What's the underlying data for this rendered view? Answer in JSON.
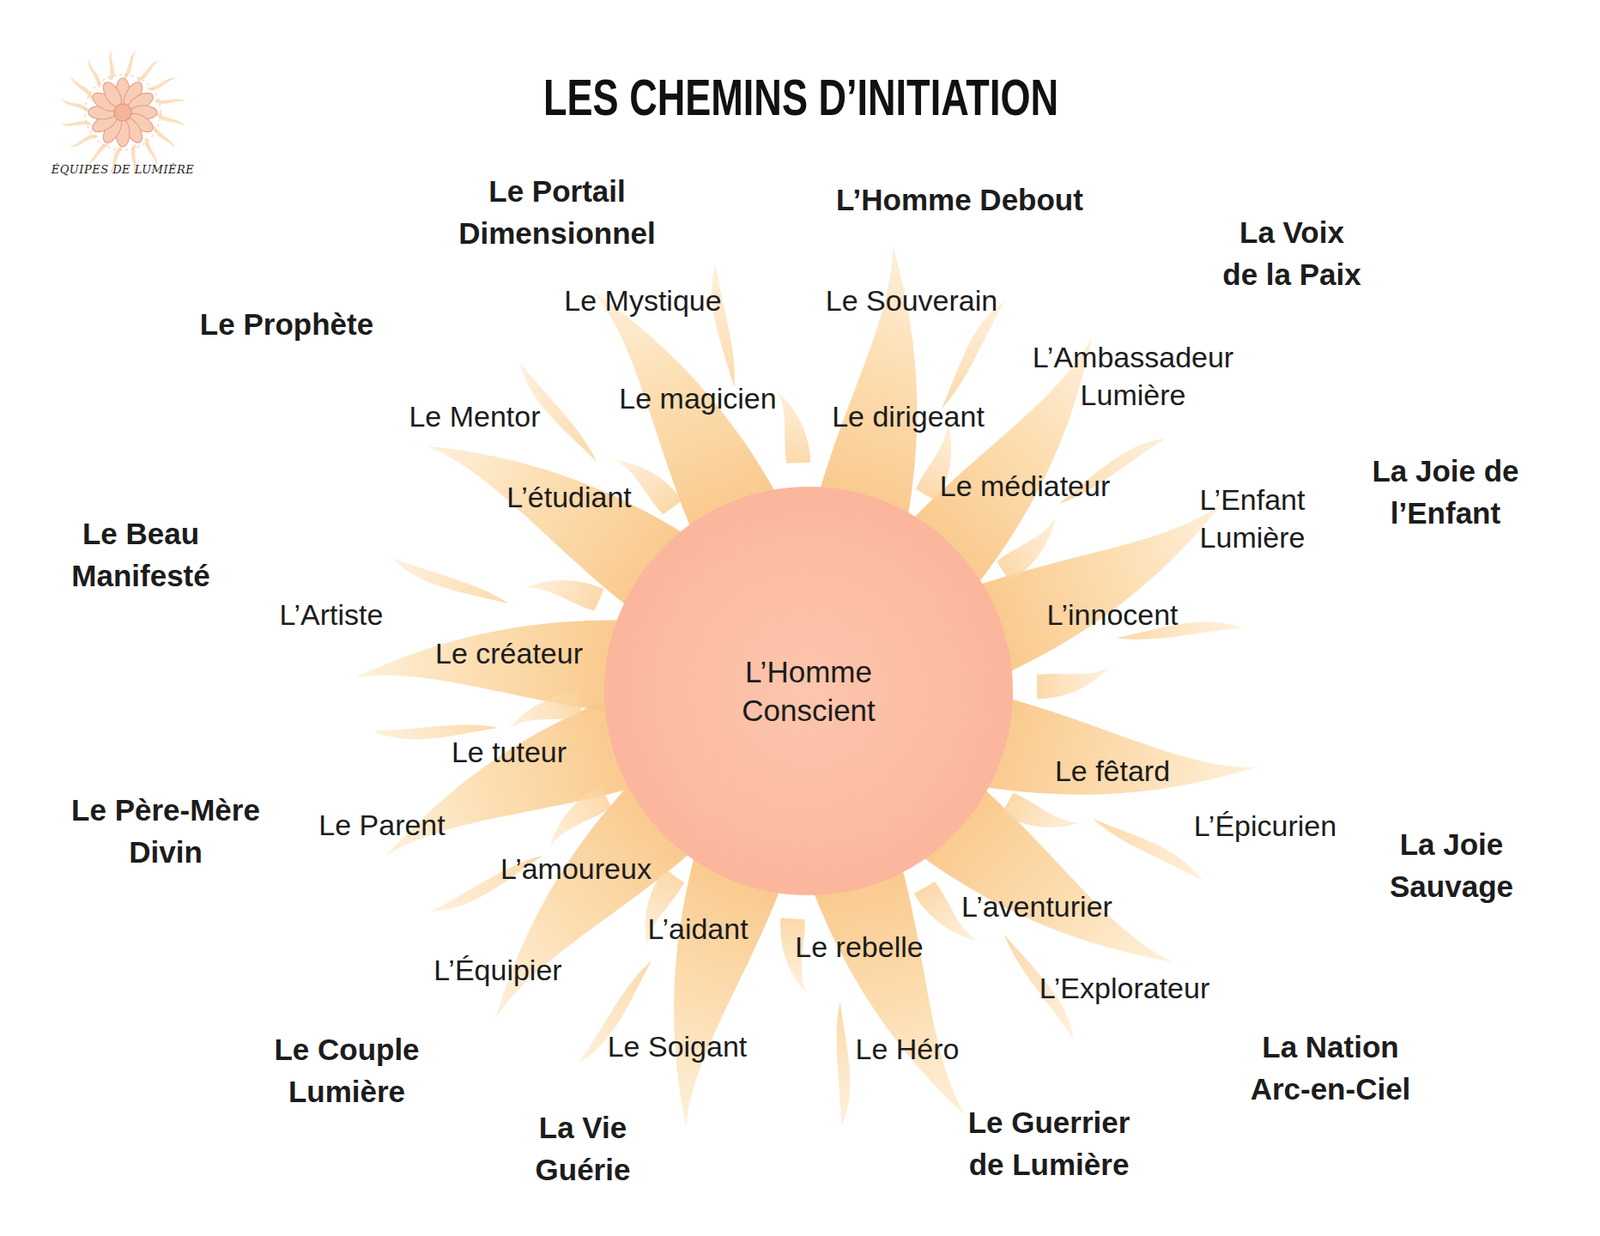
{
  "diagram": {
    "title": "LES CHEMINS D’INITIATION",
    "nodes": [
      {
        "text": [
          "L’Homme Conscient"
        ]
      }
    ],
    "labels": [
      "ÉQUIPES DE LUMIÈRE",
      "Le Portail Dimensionnel",
      "Le Mystique",
      "Le magicien",
      "L’Homme Debout",
      "Le Souverain",
      "Le dirigeant",
      "La Voix de la Paix",
      "L’Ambassadeur Lumière",
      "Le médiateur",
      "Le Prophète",
      "Le Mentor",
      "L’étudiant",
      "La Joie de l’Enfant",
      "L’Enfant Lumière",
      "L’innocent",
      "Le Beau Manifesté",
      "L’Artiste",
      "Le créateur",
      "Le Père-Mère Divin",
      "Le tuteur",
      "Le Parent",
      "La Joie Sauvage",
      "Le fêtard",
      "L’Épicurien",
      "L’amoureux",
      "L’aventurier",
      "L’aidant",
      "Le rebelle",
      "L’Équipier",
      "L’Explorateur",
      "Le Soigant",
      "Le Héro",
      "La Nation Arc-en-Ciel",
      "Le Couple Lumière",
      "Le Guerrier de Lumière",
      "La Vie Guérie"
    ]
  }
}
